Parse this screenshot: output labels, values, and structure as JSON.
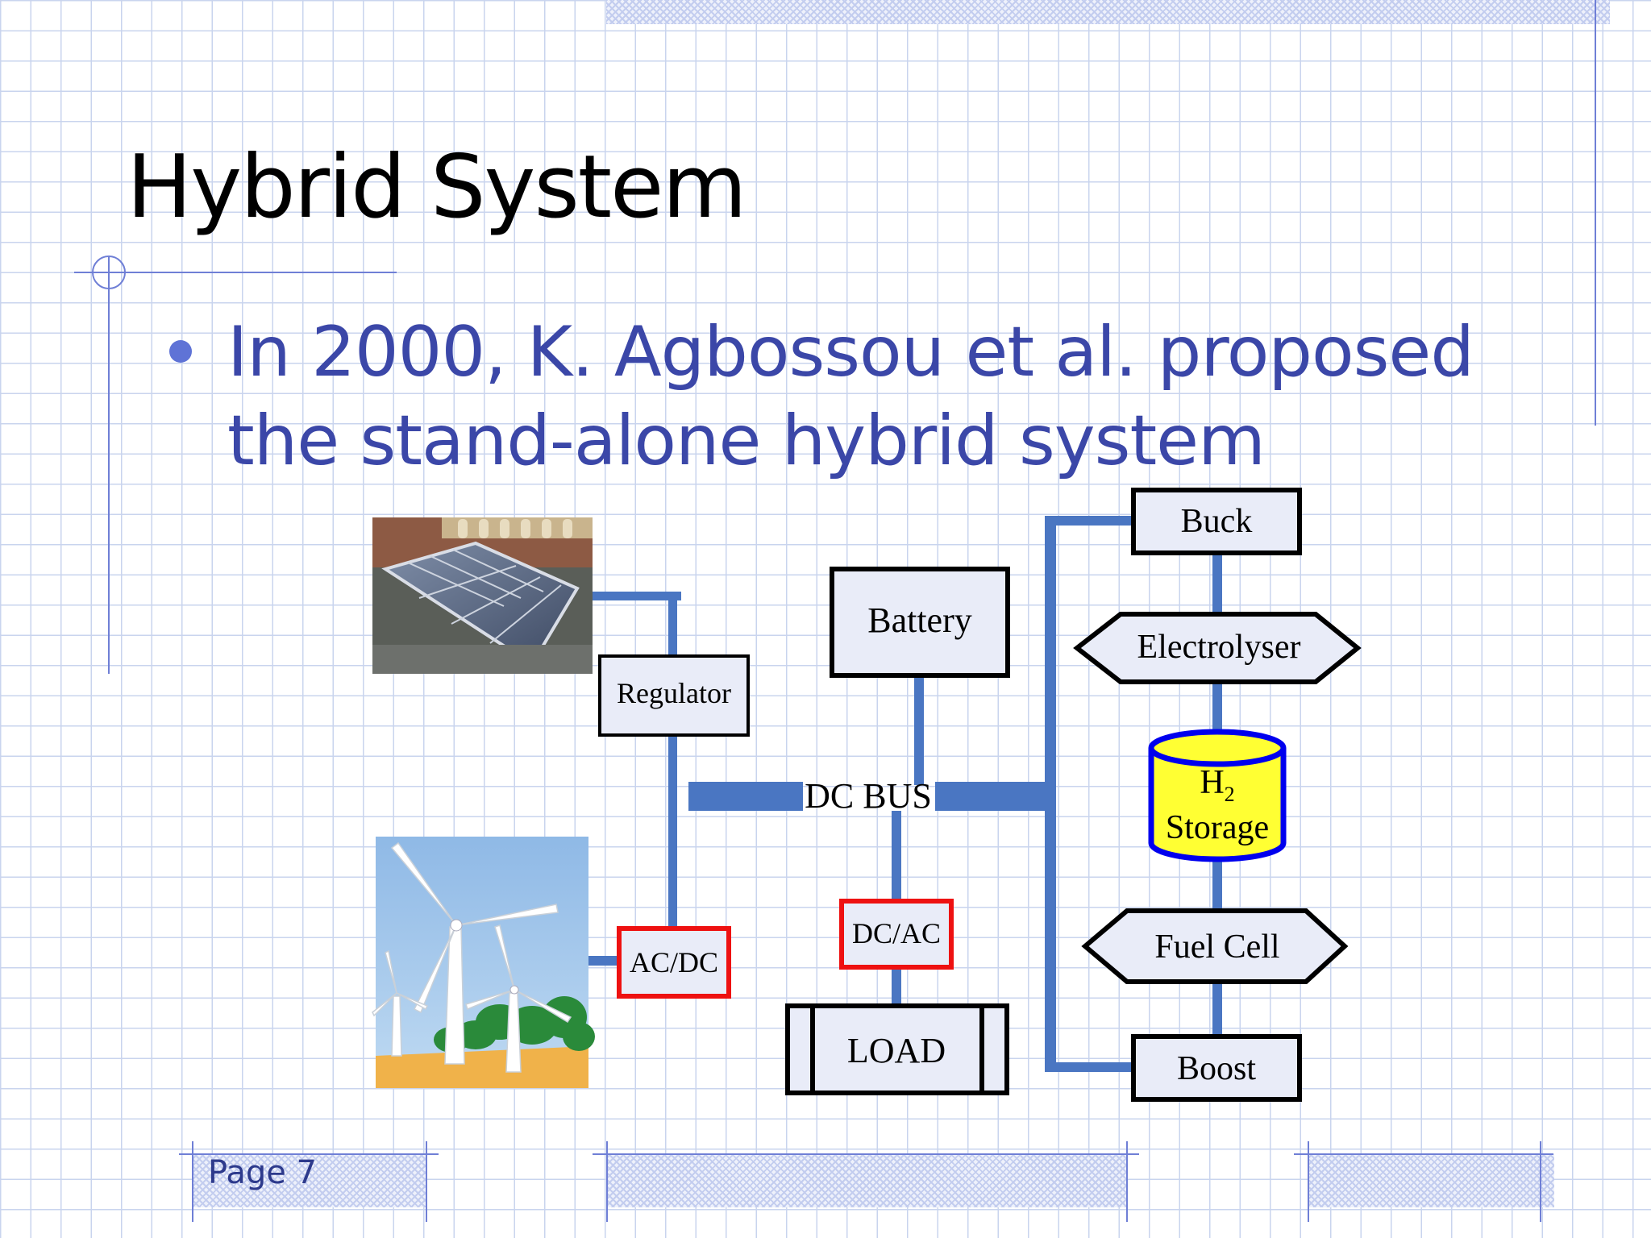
{
  "slide": {
    "title": "Hybrid System",
    "bullet": "In 2000, K. Agbossou et al. proposed the stand-alone hybrid system",
    "page_label": "Page 7"
  },
  "diagram": {
    "nodes": {
      "regulator": "Regulator",
      "battery": "Battery",
      "dc_bus": "DC BUS",
      "buck": "Buck",
      "electrolyser": "Electrolyser",
      "h2_symbol": "H",
      "h2_subscript": "2",
      "h2_storage": "Storage",
      "fuel_cell": "Fuel Cell",
      "boost": "Boost",
      "acdc": "AC/DC",
      "dcac": "DC/AC",
      "load": "LOAD"
    },
    "colors": {
      "bus_line": "#4a76c2",
      "converter_border": "#ee1111",
      "storage_fill": "#ffff33",
      "storage_border": "#0000ee",
      "box_fill": "#e9ecf8"
    }
  }
}
